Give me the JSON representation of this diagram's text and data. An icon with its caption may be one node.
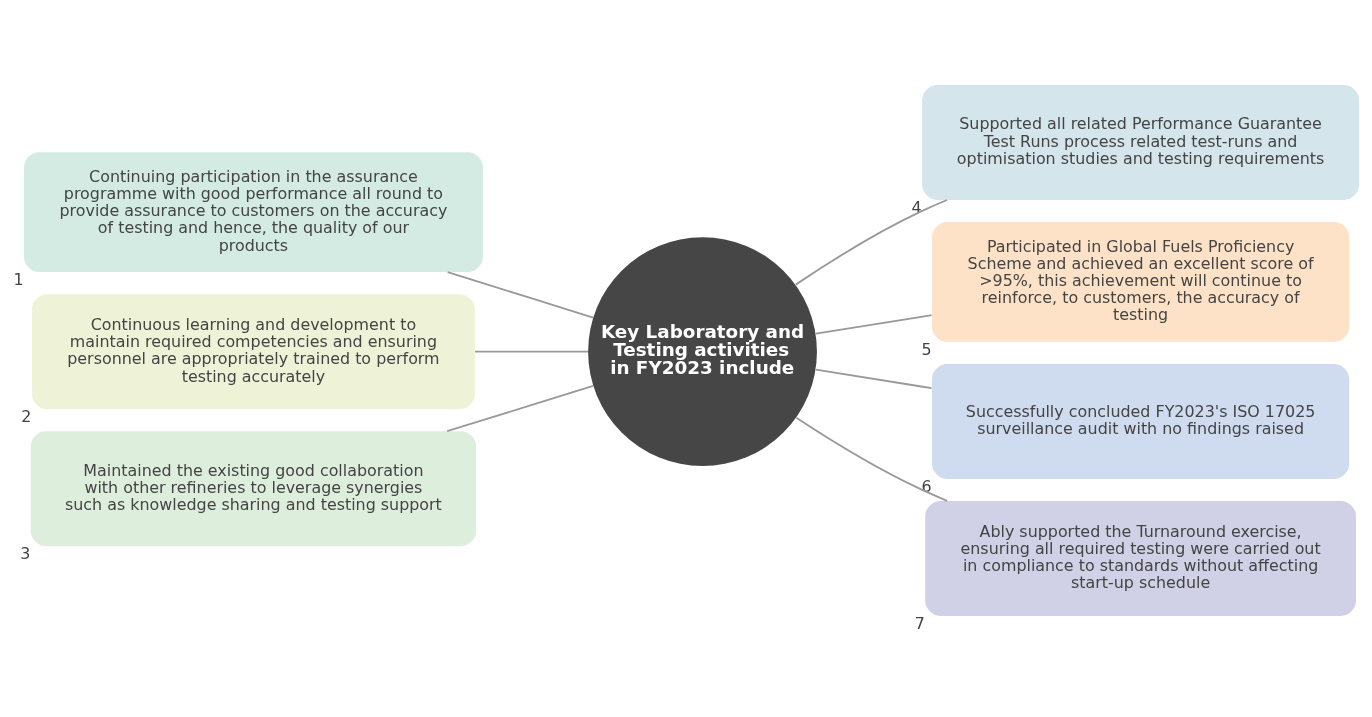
{
  "diagram": {
    "nodes": [
      {
        "text": [
          "Key Laboratory and Testing activities in FY2023 include"
        ]
      },
      {
        "text": [
          "Continuing participation in the assurance programme with good performance all round to provide assurance to customers on the accuracy of testing and hence, the quality of our products"
        ],
        "beside": [
          "1"
        ]
      },
      {
        "text": [
          "Continuous learning and development to maintain required competencies and ensuring personnel are appropriately trained to perform testing accurately"
        ],
        "beside": [
          "2"
        ]
      },
      {
        "text": [
          "Maintained the existing good collaboration with other refineries to leverage synergies such as knowledge sharing and testing support"
        ],
        "beside": [
          "3"
        ]
      },
      {
        "text": [
          "Supported all related Performance Guarantee Test Runs process related test-runs and optimisation studies and testing requirements"
        ],
        "beside": [
          "4"
        ]
      },
      {
        "text": [
          "Participated in Global Fuels Proficiency Scheme and achieved an excellent score of >95%, this achievement will continue to reinforce, to customers, the accuracy of testing"
        ],
        "beside": [
          "5"
        ]
      },
      {
        "text": [
          "Successfully concluded FY2023's ISO 17025 surveillance audit with no findings raised"
        ],
        "beside": [
          "6"
        ]
      },
      {
        "text": [
          "Ably supported the Turnaround exercise, ensuring all required testing were carried out in compliance to standards without affecting start-up schedule"
        ],
        "beside": [
          "7"
        ]
      }
    ],
    "edges": [
      {
        "from": 0,
        "to": 1,
        "arrow": "none"
      },
      {
        "from": 0,
        "to": 2,
        "arrow": "none"
      },
      {
        "from": 0,
        "to": 3,
        "arrow": "none"
      },
      {
        "from": 0,
        "to": 4,
        "arrow": "none"
      },
      {
        "from": 0,
        "to": 5,
        "arrow": "none"
      },
      {
        "from": 0,
        "to": 6,
        "arrow": "none"
      },
      {
        "from": 0,
        "to": 7,
        "arrow": "none"
      }
    ]
  }
}
